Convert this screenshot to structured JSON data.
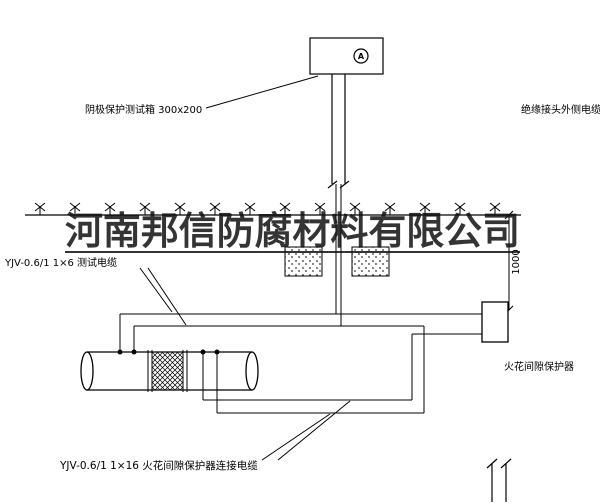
{
  "colors": {
    "line": "#000000",
    "background": "#ffffff",
    "watermark": "#111111"
  },
  "watermark": {
    "text": "河南邦信防腐材料有限公司"
  },
  "annotations": {
    "test_box_label": "阴极保护测试箱 300x200",
    "insulated_joint_cable_label": "绝缘接头外侧电缆",
    "test_cable_label": "YJV-0.6/1 1×6  测试电缆",
    "spark_gap_label": "火花间隙保护器",
    "connection_cable_label": "YJV-0.6/1 1×16  火花间隙保护器连接电缆",
    "dimension_value": "1000",
    "meter_symbol": "A"
  }
}
